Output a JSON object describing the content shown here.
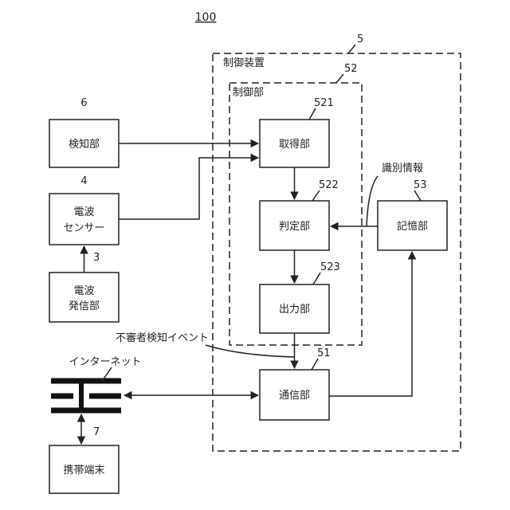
{
  "figure_number": "100",
  "refs": {
    "control_device": "5",
    "control_unit": "52",
    "acquisition": "521",
    "judgement": "522",
    "output": "523",
    "storage": "53",
    "communication": "51",
    "detection": "6",
    "radio_sensor": "4",
    "radio_transmitter": "3",
    "mobile_terminal": "7"
  },
  "labels": {
    "control_device": "制御装置",
    "control_unit": "制御部",
    "acquisition": "取得部",
    "judgement": "判定部",
    "output": "出力部",
    "storage": "記憶部",
    "communication": "通信部",
    "detection": "検知部",
    "radio_sensor_line1": "電波",
    "radio_sensor_line2": "センサー",
    "radio_transmitter_line1": "電波",
    "radio_transmitter_line2": "発信部",
    "mobile_terminal": "携帯端末",
    "internet": "インターネット",
    "identification_info": "識別情報",
    "intruder_event": "不審者検知イベント"
  }
}
